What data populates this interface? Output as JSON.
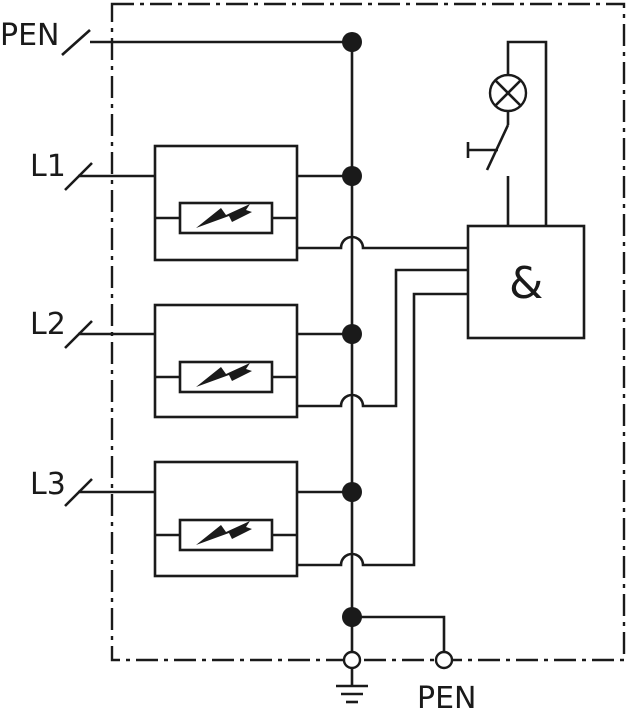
{
  "labels": {
    "pen_top": "PEN",
    "l1": "L1",
    "l2": "L2",
    "l3": "L3",
    "pen_bottom": "PEN",
    "logic_gate": "&"
  },
  "icons": {
    "lamp": "indicator-lamp-icon",
    "switch": "contact-switch-icon",
    "surge_arrester": "surge-arrester-icon",
    "ground": "ground-icon"
  }
}
